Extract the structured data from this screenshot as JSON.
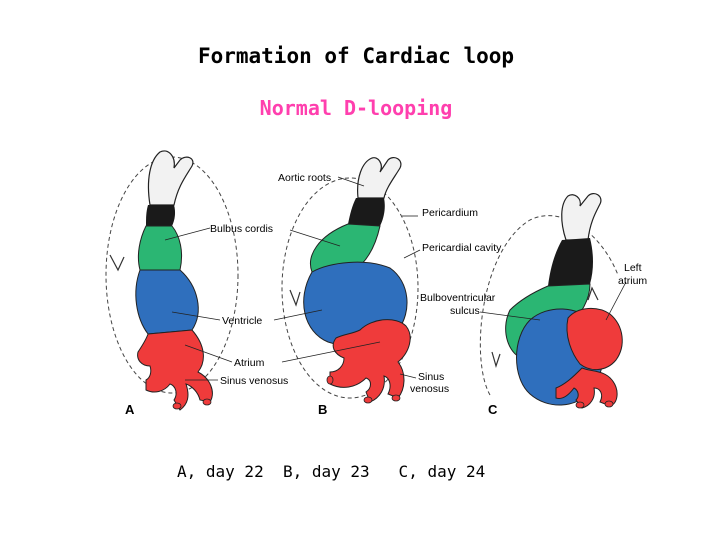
{
  "title": "Formation of Cardiac loop",
  "subtitle": "Normal D-looping",
  "colors": {
    "aortic": "#f2f2f2",
    "black_band": "#1a1a1a",
    "bulbus": "#2bb673",
    "ventricle": "#2f6fbd",
    "atrium": "#ef3b3b",
    "subtitle": "#ff3fae"
  },
  "labels": {
    "aortic_roots": "Aortic roots",
    "bulbus_cordis": "Bulbus cordis",
    "pericardium": "Pericardium",
    "pericardial_cavity": "Pericardial cavity",
    "left": "Left",
    "atrium_word": "atrium",
    "bulboventricular": "Bulboventricular",
    "sulcus": "sulcus",
    "ventricle": "Ventricle",
    "atrium": "Atrium",
    "sinus_venosus": "Sinus venosus",
    "sinus": "Sinus",
    "venosus": "venosus"
  },
  "panels": {
    "a": "A",
    "b": "B",
    "c": "C"
  },
  "caption": "A, day 22  B, day 23   C, day 24"
}
